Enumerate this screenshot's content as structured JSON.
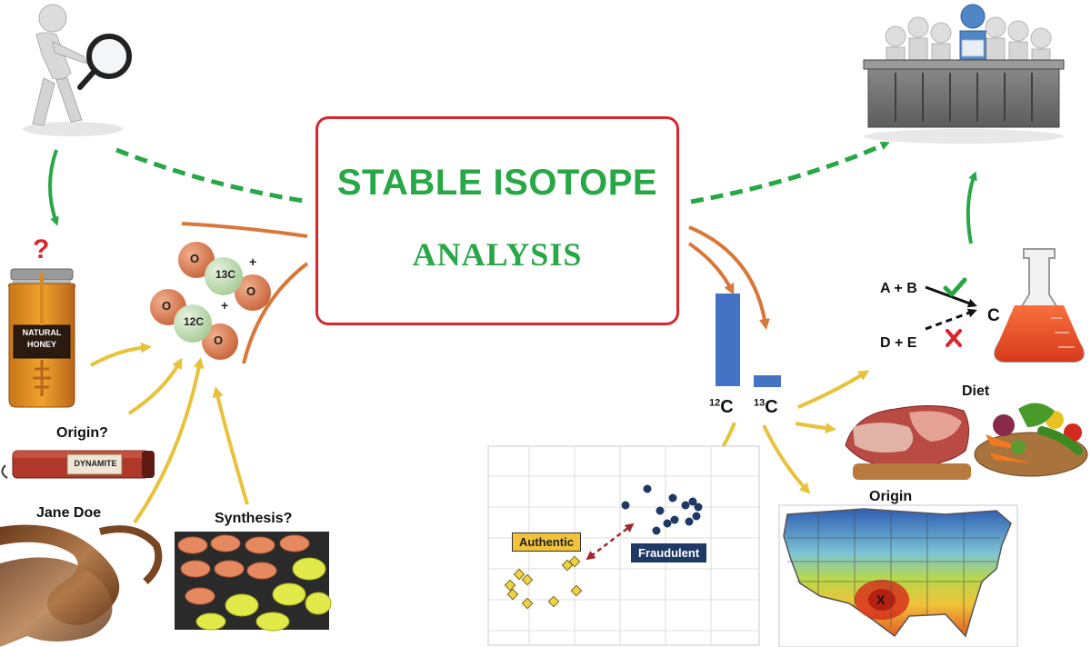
{
  "title": {
    "line1": "STABLE ISOTOPE",
    "line2": "ANALYSIS"
  },
  "honey": {
    "question": "?",
    "jar_label_1": "NATURAL",
    "jar_label_2": "HONEY"
  },
  "molecules": {
    "o": "O",
    "c13": "13C",
    "c12": "12C",
    "plus": "+"
  },
  "labels": {
    "origin_q": "Origin?",
    "dynamite": "DYNAMITE",
    "jane_doe": "Jane Doe",
    "synthesis": "Synthesis?",
    "diet": "Diet",
    "origin": "Origin",
    "map_marker": "X"
  },
  "isotope_bars": {
    "c12_sup": "12",
    "c12_el": "C",
    "c13_sup": "13",
    "c13_el": "C"
  },
  "reaction": {
    "eq1": "A + B",
    "eq2": "D + E",
    "product": "C"
  },
  "scatter": {
    "authentic": "Authentic",
    "fraudulent": "Fraudulent"
  },
  "colors": {
    "green": "#27a745",
    "red": "#d9262b",
    "orange": "#d9773a",
    "yellow": "#e8c23a",
    "bar_blue": "#4472c4",
    "navy": "#1f3864"
  }
}
